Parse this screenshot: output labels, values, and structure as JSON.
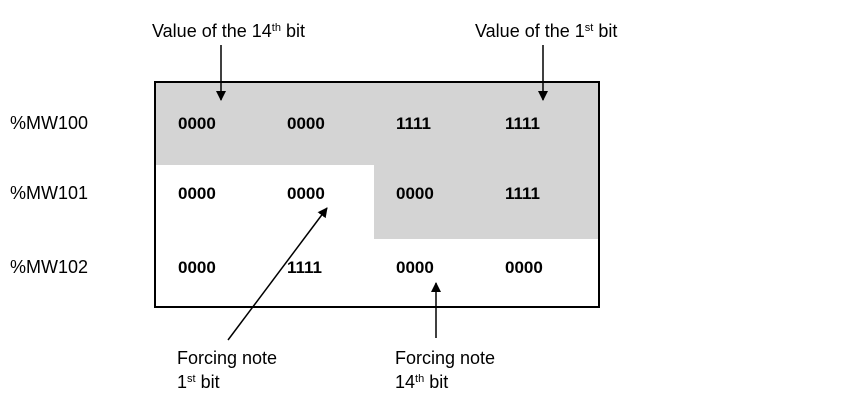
{
  "top_labels": {
    "bit14": {
      "before": "Value of the 14",
      "sup": "th",
      "after": " bit"
    },
    "bit1": {
      "before": "Value of the 1",
      "sup": "st",
      "after": " bit"
    }
  },
  "rows": [
    {
      "label": "%MW100",
      "cells": [
        "0000",
        "0000",
        "1111",
        "1111"
      ]
    },
    {
      "label": "%MW101",
      "cells": [
        "0000",
        "0000",
        "0000",
        "1111"
      ]
    },
    {
      "label": "%MW102",
      "cells": [
        "0000",
        "1111",
        "0000",
        "0000"
      ]
    }
  ],
  "notes": {
    "first": {
      "line1": "Forcing note",
      "num": "1",
      "sup": "st",
      "after": " bit"
    },
    "second": {
      "line1": "Forcing note",
      "num": "14",
      "sup": "th",
      "after": " bit"
    }
  },
  "colors": {
    "shade": "#d4d4d4",
    "border": "#000000"
  }
}
